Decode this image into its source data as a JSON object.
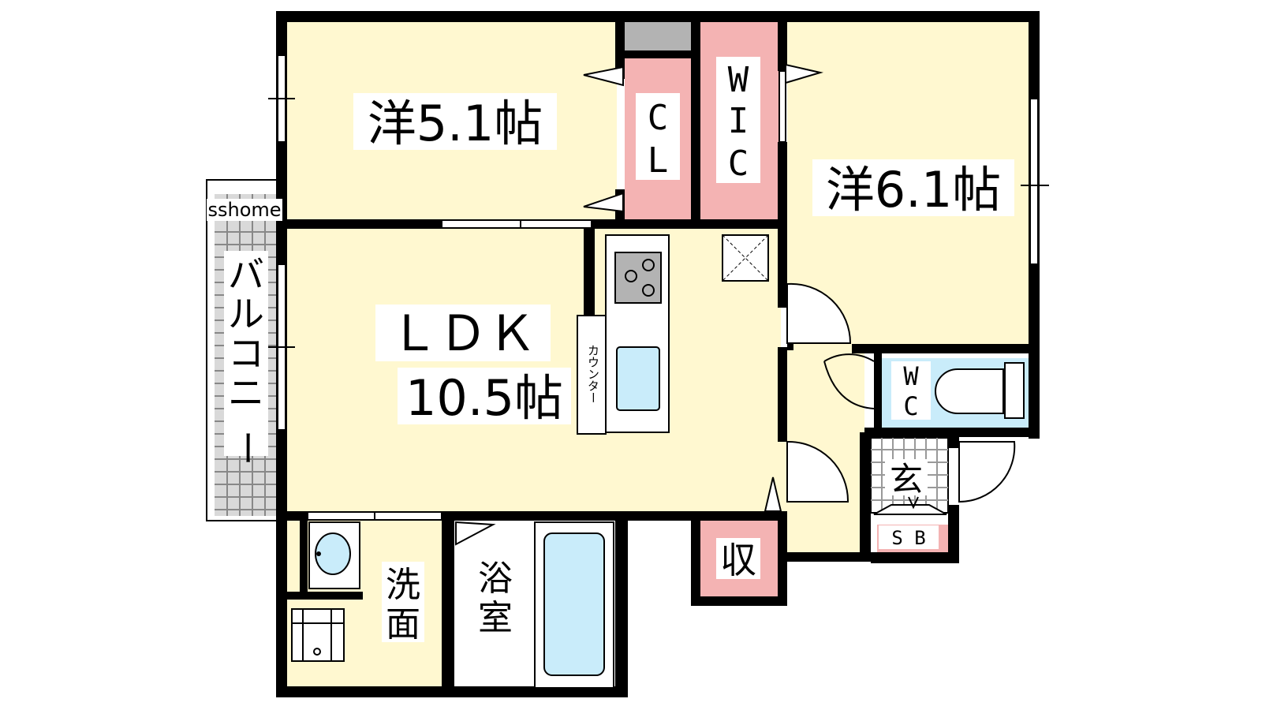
{
  "brand": "sshome",
  "rooms": {
    "western_1": "洋5.1帖",
    "western_2": "洋6.1帖",
    "ldk_name": "ＬＤＫ",
    "ldk_size": "10.5帖",
    "closet_c": "C",
    "closet_l": "L",
    "wic_w": "W",
    "wic_i": "I",
    "wic_c": "C",
    "balcony_chars": [
      "バ",
      "ル",
      "コ",
      "ニ",
      "ー"
    ],
    "counter": "カウンター",
    "wc_w": "W",
    "wc_c": "C",
    "entrance": "玄",
    "shoe_box": "S B",
    "storage": "収",
    "washroom_1": "洗",
    "washroom_2": "面",
    "bath_1": "浴",
    "bath_2": "室"
  },
  "colors": {
    "room_fill": "#fff8d0",
    "storage_fill": "#f4b3b3",
    "water_fill": "#c9ecfa",
    "wall": "#000000",
    "bath_white": "#ffffff",
    "grey_shelf": "#b3b3b3"
  }
}
